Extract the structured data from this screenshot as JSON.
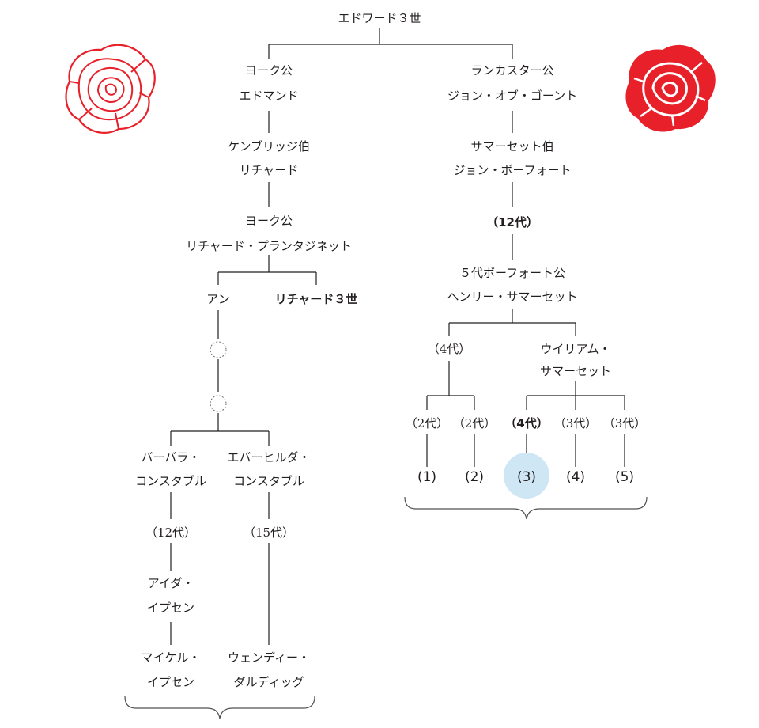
{
  "colors": {
    "line": "#231f20",
    "white_rose": "#e8202a",
    "red_rose": "#e8202a",
    "highlight": "#cfe6f5"
  },
  "icons": {
    "left_rose": "white-rose-outline-icon",
    "right_rose": "red-rose-filled-icon"
  },
  "root": "エドワード３世",
  "york": {
    "house": [
      "ヨーク公",
      "エドマンド"
    ],
    "cambridge": [
      "ケンブリッジ伯",
      "リチャード"
    ],
    "duke": [
      "ヨーク公",
      "リチャード・プランタジネット"
    ],
    "anne": "アン",
    "richard3": "リチャード３世",
    "barbara": [
      "バーバラ・",
      "コンスタブル"
    ],
    "everhilda": [
      "エバーヒルダ・",
      "コンスタブル"
    ],
    "gen_left": "（12代）",
    "gen_right": "（15代）",
    "ida": [
      "アイダ・",
      "イプセン"
    ],
    "wendy": [
      "ウェンディー・",
      "ダルディッグ"
    ],
    "michael": [
      "マイケル・",
      "イプセン"
    ]
  },
  "lancaster": {
    "house": [
      "ランカスター公",
      "ジョン・オブ・ゴーント"
    ],
    "somerset": [
      "サマーセット伯",
      "ジョン・ボーフォート"
    ],
    "gen12": "（12代）",
    "beaufort5": [
      "５代ボーフォート公",
      "ヘンリー・サマーセット"
    ],
    "gen4": "（4代）",
    "william": [
      "ウイリアム・",
      "サマーセット"
    ],
    "gens": [
      "（2代）",
      "（2代）",
      "（4代）",
      "（3代）",
      "（3代）"
    ],
    "numbers": [
      "(1)",
      "(2)",
      "(3)",
      "(4)",
      "(5)"
    ]
  }
}
